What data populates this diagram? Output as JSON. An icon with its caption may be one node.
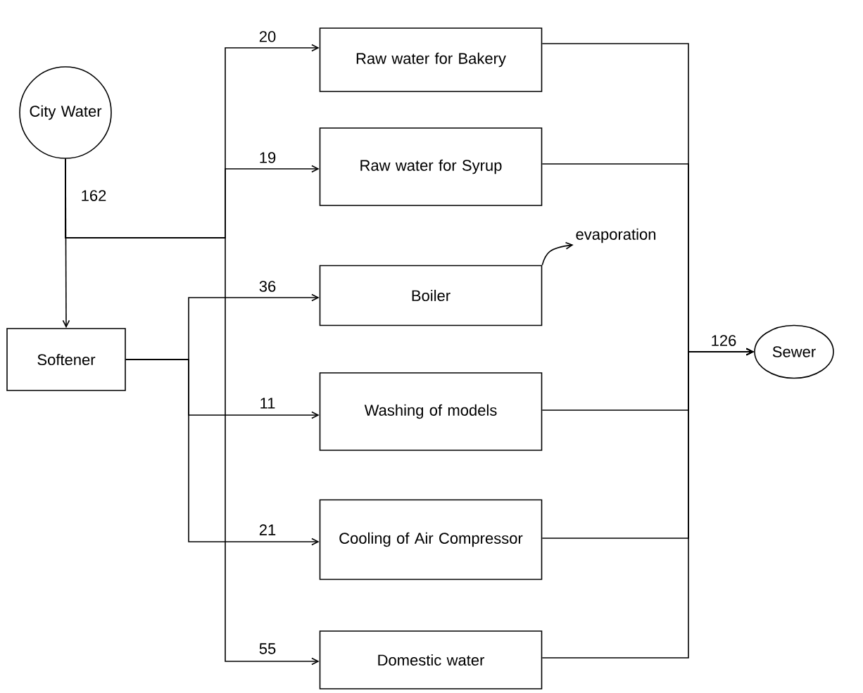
{
  "diagram": {
    "nodes": [
      {
        "text": [
          "City Water"
        ]
      },
      {
        "text": [
          "Softener"
        ]
      },
      {
        "text": [
          "Raw water for Bakery"
        ]
      },
      {
        "text": [
          "Raw water for Syrup"
        ]
      },
      {
        "text": [
          "Boiler"
        ]
      },
      {
        "text": [
          "Washing of models"
        ]
      },
      {
        "text": [
          "Cooling of Air Compressor"
        ]
      },
      {
        "text": [
          "Domestic water"
        ]
      },
      {
        "text": [
          "Sewer"
        ]
      },
      {
        "text": [
          "evaporation"
        ]
      }
    ],
    "edges": [
      {
        "from": 0,
        "to": 1,
        "arrow": "to",
        "label": "162"
      },
      {
        "from": 0,
        "to": 2,
        "arrow": "to",
        "label": "20"
      },
      {
        "from": 0,
        "to": 3,
        "arrow": "to",
        "label": "19"
      },
      {
        "from": 1,
        "to": 4,
        "arrow": "to",
        "label": "36"
      },
      {
        "from": 4,
        "to": 9,
        "arrow": "to"
      },
      {
        "from": 1,
        "to": 5,
        "arrow": "to",
        "label": "11"
      },
      {
        "from": 1,
        "to": 6,
        "arrow": "to",
        "label": "21"
      },
      {
        "from": 0,
        "to": 7,
        "arrow": "to",
        "label": "55"
      },
      {
        "from": 2,
        "to": 8,
        "arrow": "to",
        "label": "126"
      },
      {
        "from": 3,
        "to": 8,
        "arrow": "to"
      },
      {
        "from": 5,
        "to": 8,
        "arrow": "to"
      },
      {
        "from": 6,
        "to": 8,
        "arrow": "to"
      },
      {
        "from": 7,
        "to": 8,
        "arrow": "to"
      }
    ]
  }
}
